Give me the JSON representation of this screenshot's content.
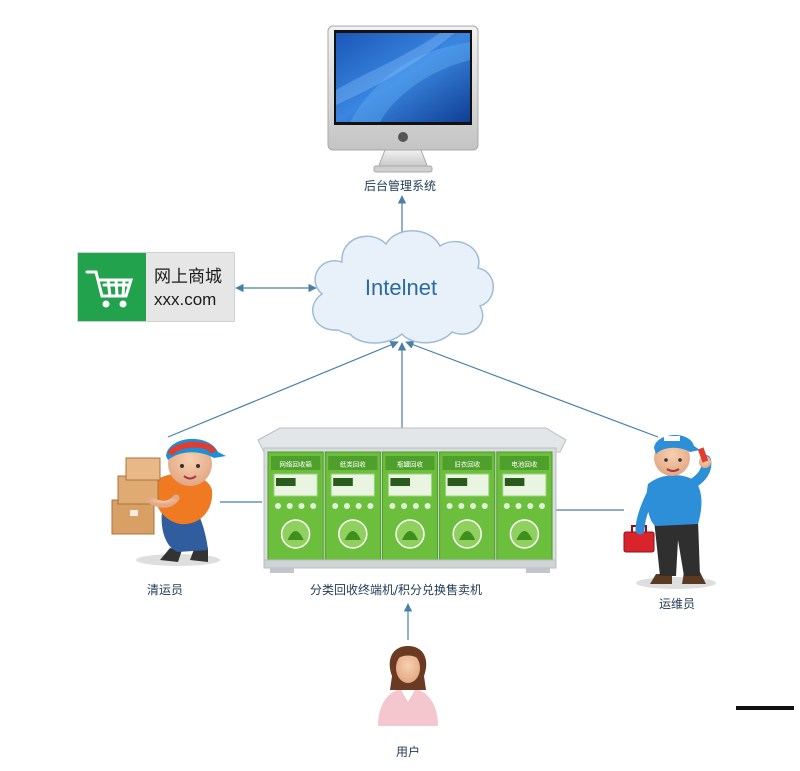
{
  "nodes": {
    "backend": {
      "label": "后台管理系统"
    },
    "internet": {
      "label": "Intelnet"
    },
    "shop": {
      "title": "网上商城",
      "url": "xxx.com"
    },
    "machine": {
      "label": "分类回收终端机/积分兑换售卖机",
      "panel_titles": [
        "网络回收箱",
        "纸类回收",
        "瓶罐回收",
        "旧衣回收",
        "电池回收"
      ]
    },
    "cleaner": {
      "label": "清运员"
    },
    "maintainer": {
      "label": "运维员"
    },
    "user": {
      "label": "用户"
    }
  },
  "colors": {
    "line": "#4a7fa8",
    "cloud_fill": "#e8f1fa",
    "cloud_stroke": "#9fbcd6",
    "shop_green": "#23a24d",
    "machine_green": "#6cbf3c",
    "machine_frame": "#d8dcdf"
  }
}
